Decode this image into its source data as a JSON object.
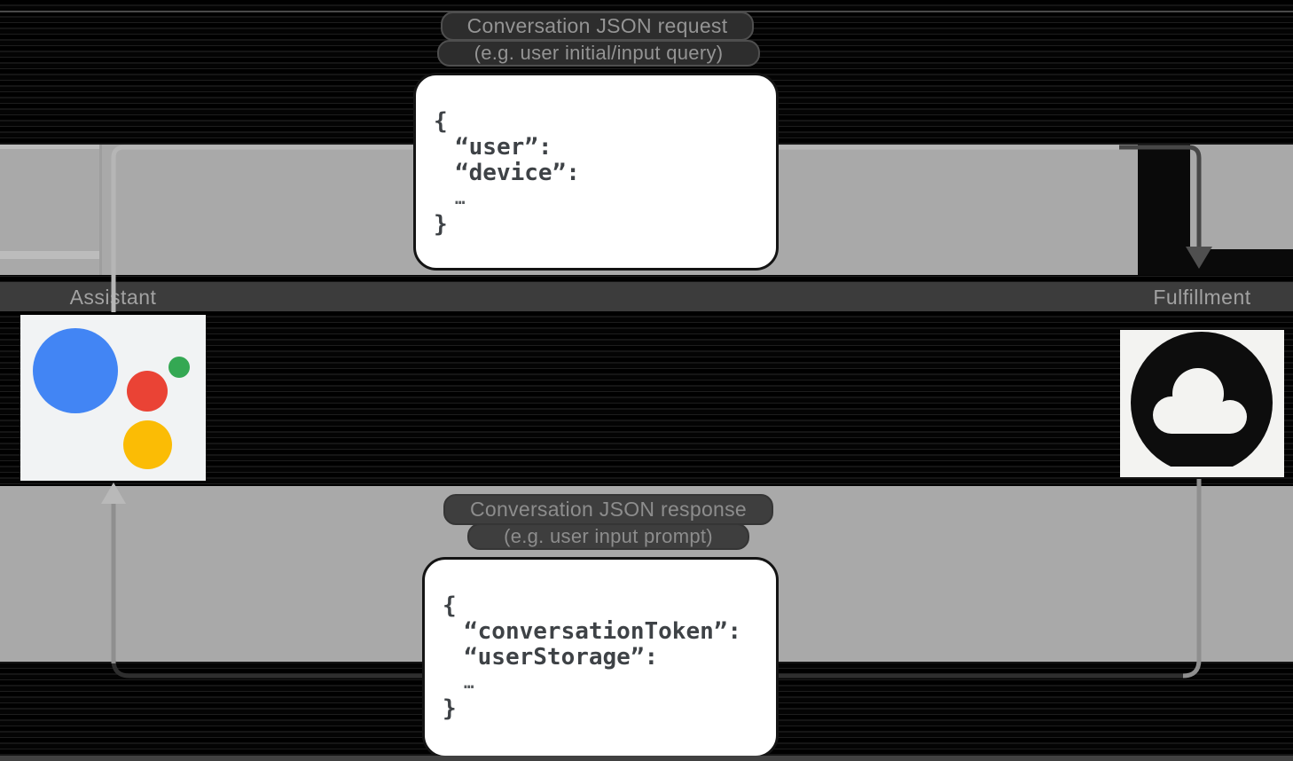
{
  "diagram": {
    "request": {
      "label_line1": "Conversation JSON request",
      "label_line2": "(e.g. user initial/input query)",
      "code_lines": [
        "{",
        "“user”:",
        "“device”:",
        "…",
        "}"
      ]
    },
    "response": {
      "label_line1": "Conversation JSON response",
      "label_line2": "(e.g. user input prompt)",
      "code_lines": [
        "{",
        "“conversationToken”:",
        "“userStorage”:",
        "…",
        "}"
      ]
    },
    "nodes": {
      "assistant_label": "Assistant",
      "fulfillment_label": "Fulfillment"
    },
    "icons": {
      "assistant": "google-assistant-logo",
      "fulfillment": "cloud-icon"
    },
    "colors": {
      "google_blue": "#4285F4",
      "google_red": "#EA4335",
      "google_green": "#34A853",
      "google_yellow": "#FBBC05",
      "band_gray": "#A9A9A9",
      "background": "#000000",
      "box_background": "#FFFFFF",
      "code_text": "#3E4246",
      "label_text": "#A2A2A2"
    }
  }
}
